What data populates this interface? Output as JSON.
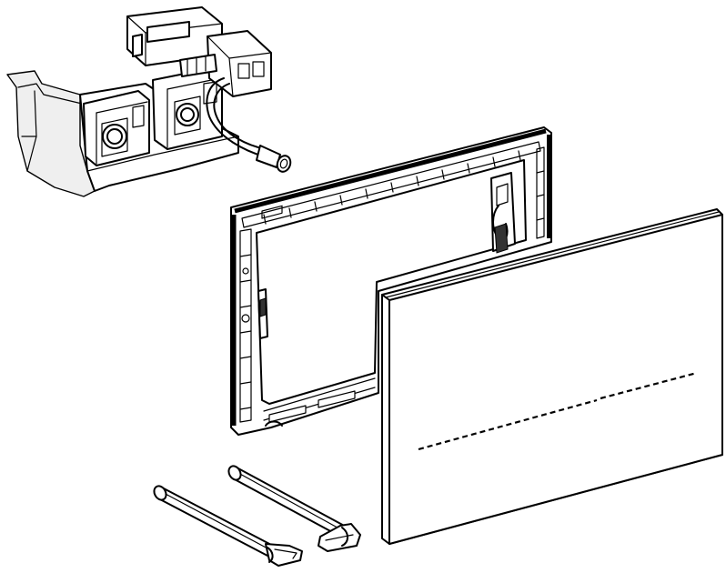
{
  "figure": {
    "kind": "exploded-assembly-drawing",
    "colors": {
      "line": "#000000",
      "background": "#ffffff",
      "shade": "#efefef"
    },
    "parts": [
      {
        "name": "control-unit-housing",
        "icon": "electronic-module"
      },
      {
        "name": "mounting-frame",
        "icon": "rectangular-frame"
      },
      {
        "name": "cover-plate",
        "icon": "flat-plate"
      },
      {
        "name": "fastening-rod",
        "icon": "rod",
        "count": 2
      }
    ]
  }
}
